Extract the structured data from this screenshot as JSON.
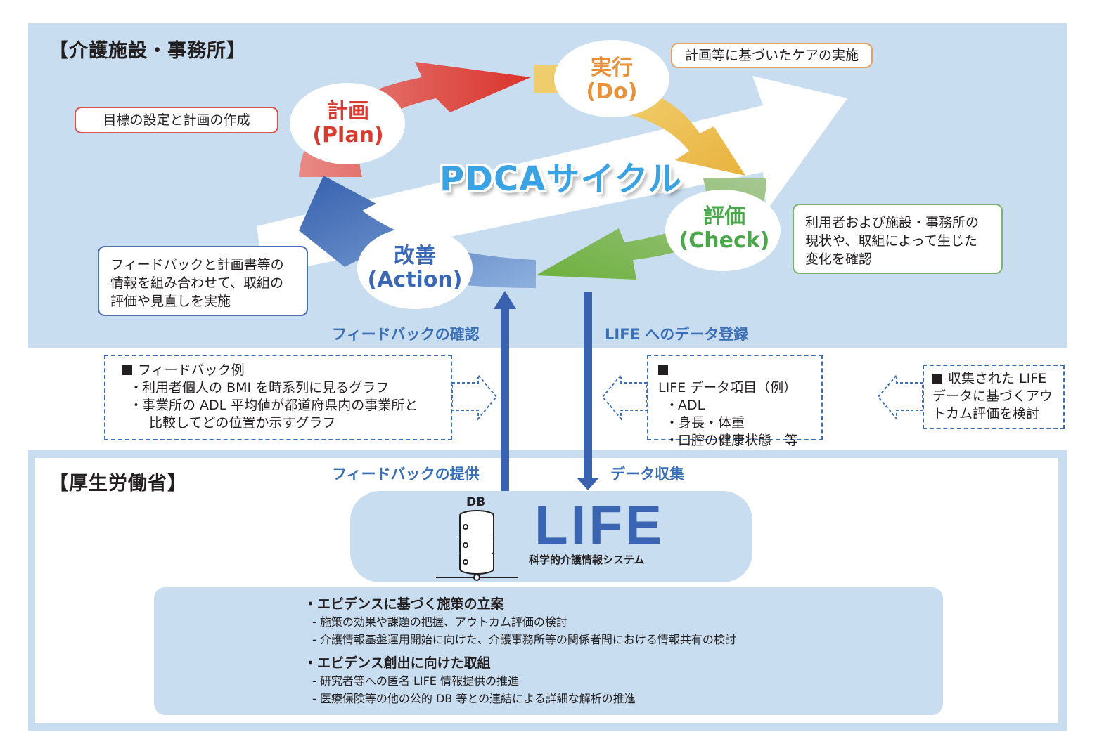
{
  "facility_section": {
    "title": "【介護施設・事務所】"
  },
  "pdca": {
    "title": "PDCAサイクル",
    "stages": [
      {
        "id": "plan",
        "jp": "計画",
        "en": "(Plan)",
        "color": "#d93a30",
        "description": "目標の設定と計画の作成"
      },
      {
        "id": "do",
        "jp": "実行",
        "en": "(Do)",
        "color": "#e8913a",
        "description": "計画等に基づいたケアの実施"
      },
      {
        "id": "check",
        "jp": "評価",
        "en": "(Check)",
        "color": "#4aa84a",
        "description_lines": [
          "利用者および施設・事務所の",
          "現状や、取組によって生じた",
          "変化を確認"
        ]
      },
      {
        "id": "action",
        "jp": "改善",
        "en": "(Action)",
        "color": "#3a68b5",
        "description_lines": [
          "フィードバックと計画書等の",
          "情報を組み合わせて、取組の",
          "評価や見直しを実施"
        ]
      }
    ]
  },
  "flows": {
    "feedback_confirm": "フィードバックの確認",
    "life_register": "LIFE へのデータ登録",
    "feedback_provide": "フィードバックの提供",
    "data_collect": "データ収集"
  },
  "feedback_examples": {
    "heading": "フィードバック例",
    "items": [
      [
        "利用者個人の BMI を時系列に見るグラフ"
      ],
      [
        "事業所の ADL 平均値が都道府県内の事業所と",
        "比較してどの位置か示すグラフ"
      ]
    ]
  },
  "life_data_items": {
    "heading": "LIFE データ項目（例）",
    "items": [
      "ADL",
      "身長・体重",
      "口腔の健康状態　等"
    ]
  },
  "outcome_note": {
    "lines": [
      "収集された LIFE",
      "データに基づくアウ",
      "トカム評価を検討"
    ]
  },
  "ministry_section": {
    "title": "【厚生労働省】"
  },
  "life_system": {
    "db_label": "DB",
    "logo": "LIFE",
    "subtitle": "科学的介護情報システム"
  },
  "evidence": [
    {
      "heading": "・エビデンスに基づく施策の立案",
      "items": [
        "- 施策の効果や課題の把握、アウトカム評価の検討",
        "- 介護情報基盤運用開始に向けた、介護事務所等の関係者間における情報共有の検討"
      ]
    },
    {
      "heading": "・エビデンス創出に向けた取組",
      "items": [
        "- 研究者等への匿名 LIFE 情報提供の推進",
        "- 医療保険等の他の公的 DB 等との連結による詳細な解析の推進"
      ]
    }
  ],
  "colors": {
    "panel_bg": "#c9ddf0",
    "accent_blue": "#3a6fb8",
    "plan_red": "#d93a30",
    "do_orange": "#e8a84a",
    "check_green": "#7ab648",
    "action_blue": "#3a68b5"
  }
}
